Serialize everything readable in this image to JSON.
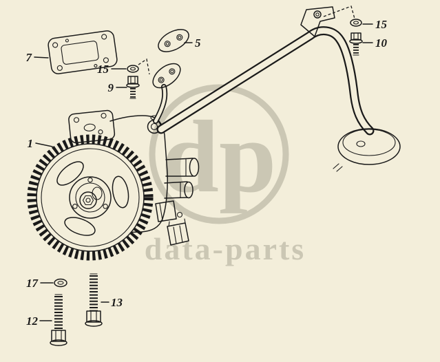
{
  "watermark": {
    "logo": "dp",
    "text": "data-parts"
  },
  "callouts": [
    {
      "label": "7"
    },
    {
      "label": "15"
    },
    {
      "label": "9"
    },
    {
      "label": "5"
    },
    {
      "label": "1"
    },
    {
      "label": "15"
    },
    {
      "label": "10"
    },
    {
      "label": "17"
    },
    {
      "label": "13"
    },
    {
      "label": "12"
    }
  ],
  "colors": {
    "background": "#f3eeda",
    "line": "#1a1a1a",
    "watermark": "#cbc7b4"
  }
}
